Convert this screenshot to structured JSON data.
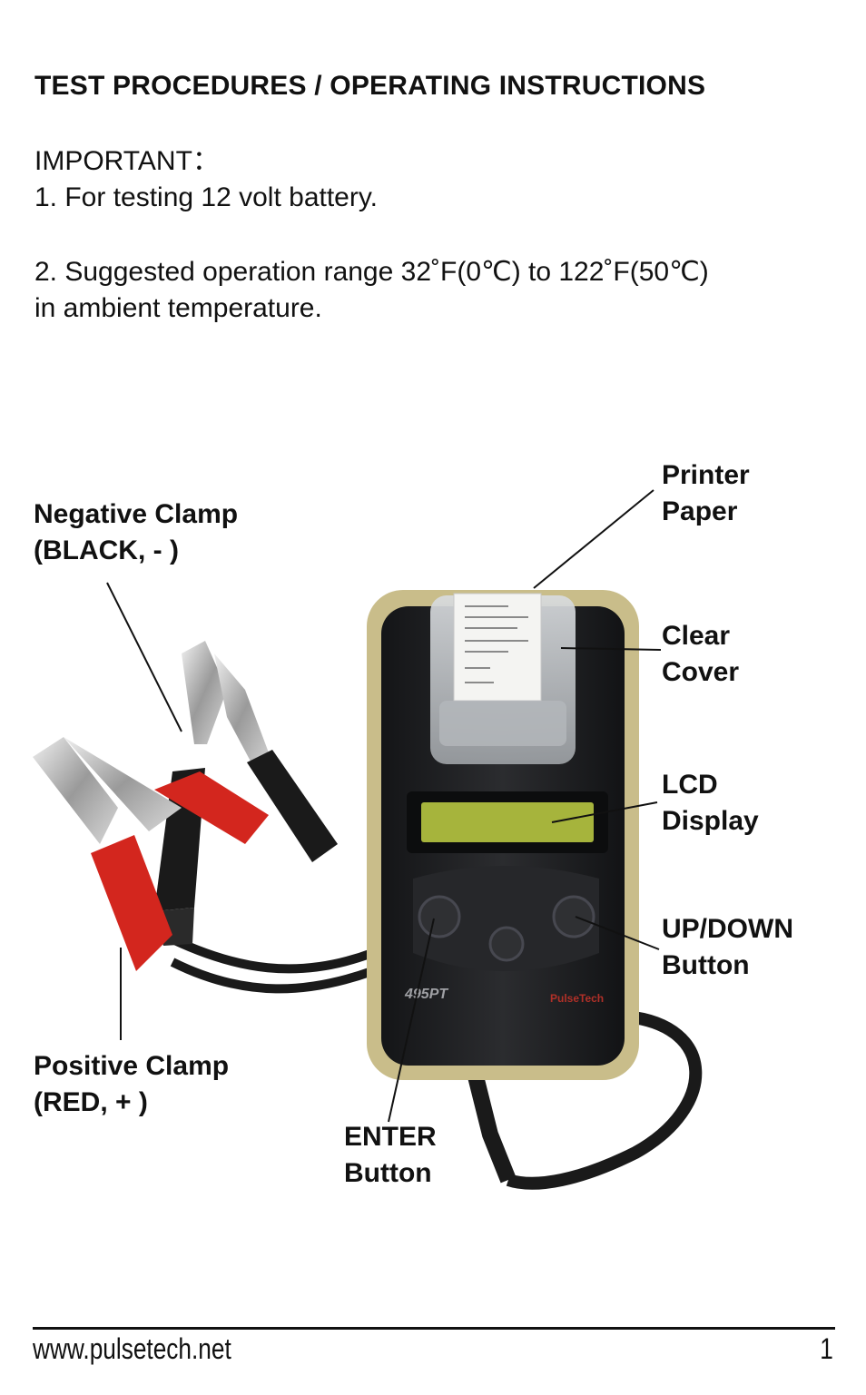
{
  "heading": "TEST PROCEDURES / OPERATING INSTRUCTIONS",
  "important": {
    "title": "IMPORTANT：",
    "item1": "1. For testing 12 volt battery.",
    "item2_line1": "2. Suggested operation range 32˚F(0℃) to 122˚F(50℃)",
    "item2_line2": "in ambient temperature."
  },
  "labels": {
    "printer_paper": "Printer\nPaper",
    "negative_clamp": "Negative Clamp\n(BLACK, - )",
    "clear_cover": "Clear\nCover",
    "lcd_display": "LCD\nDisplay",
    "up_down_button": "UP/DOWN\nButton",
    "positive_clamp": "Positive Clamp\n(RED, + )",
    "enter_button": "ENTER\nButton"
  },
  "device": {
    "model_text": "495PT",
    "brand_text": "PulseTech"
  },
  "footer": {
    "url": "www.pulsetech.net",
    "page_number": "1"
  },
  "colors": {
    "bumper": "#c9bd8a",
    "body": "#1d1e20",
    "lcd": "#a6b43c",
    "red_clamp": "#d3261e",
    "black_clamp": "#1a1a1a"
  }
}
